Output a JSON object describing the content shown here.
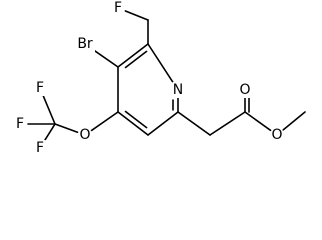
{
  "molecule": {
    "atoms": [
      {
        "id": "n1",
        "label": "N"
      },
      {
        "id": "c2",
        "label": ""
      },
      {
        "id": "c3",
        "label": ""
      },
      {
        "id": "c4",
        "label": ""
      },
      {
        "id": "c5",
        "label": ""
      },
      {
        "id": "c6",
        "label": ""
      },
      {
        "id": "ch2f",
        "label": ""
      },
      {
        "id": "f_top",
        "label": "F"
      },
      {
        "id": "br",
        "label": "Br"
      },
      {
        "id": "o_ether",
        "label": "O"
      },
      {
        "id": "cf3",
        "label": ""
      },
      {
        "id": "f_a",
        "label": "F"
      },
      {
        "id": "f_b",
        "label": "F"
      },
      {
        "id": "f_c",
        "label": "F"
      },
      {
        "id": "ch2",
        "label": ""
      },
      {
        "id": "c_carbonyl",
        "label": ""
      },
      {
        "id": "o_carbonyl",
        "label": "O"
      },
      {
        "id": "o_ester",
        "label": "O"
      },
      {
        "id": "ch3",
        "label": ""
      }
    ],
    "bonds": [
      {
        "a": "n1",
        "b": "c2",
        "order": 1
      },
      {
        "a": "c2",
        "b": "c3",
        "order": 2
      },
      {
        "a": "c3",
        "b": "c4",
        "order": 1
      },
      {
        "a": "c4",
        "b": "c5",
        "order": 2
      },
      {
        "a": "c5",
        "b": "c6",
        "order": 1
      },
      {
        "a": "c6",
        "b": "n1",
        "order": 2
      },
      {
        "a": "c2",
        "b": "ch2f",
        "order": 1
      },
      {
        "a": "ch2f",
        "b": "f_top",
        "order": 1
      },
      {
        "a": "c3",
        "b": "br",
        "order": 1
      },
      {
        "a": "c4",
        "b": "o_ether",
        "order": 1
      },
      {
        "a": "o_ether",
        "b": "cf3",
        "order": 1
      },
      {
        "a": "cf3",
        "b": "f_a",
        "order": 1
      },
      {
        "a": "cf3",
        "b": "f_b",
        "order": 1
      },
      {
        "a": "cf3",
        "b": "f_c",
        "order": 1
      },
      {
        "a": "c6",
        "b": "ch2",
        "order": 1
      },
      {
        "a": "ch2",
        "b": "c_carbonyl",
        "order": 1
      },
      {
        "a": "c_carbonyl",
        "b": "o_carbonyl",
        "order": 2
      },
      {
        "a": "c_carbonyl",
        "b": "o_ester",
        "order": 1
      },
      {
        "a": "o_ester",
        "b": "ch3",
        "order": 1
      }
    ]
  }
}
